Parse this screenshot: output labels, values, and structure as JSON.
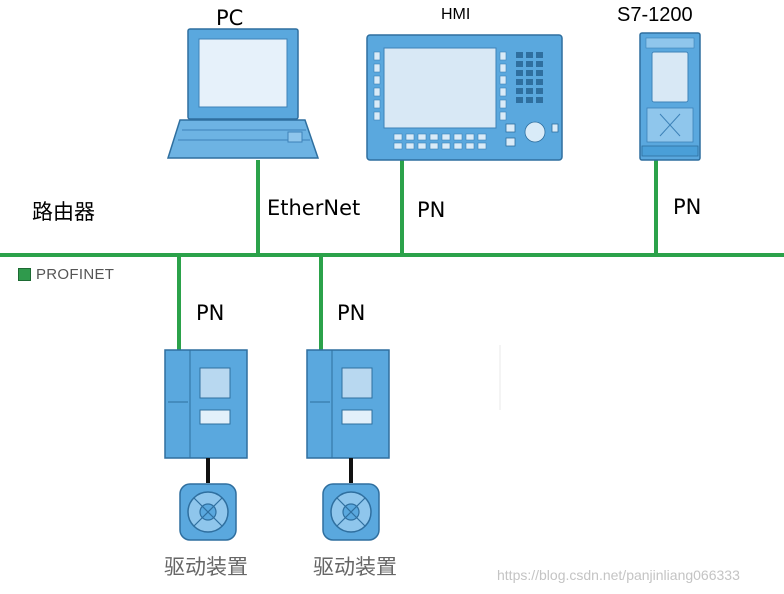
{
  "devices": {
    "pc": "PC",
    "hmi": "HMI",
    "s7": "S7-1200"
  },
  "network": {
    "router_label": "路由器",
    "ethernet_label": "EtherNet",
    "bus_name": "PROFINET",
    "pn_label": "PN",
    "line_color": "#2ba24a",
    "device_color": "#4a9fd8"
  },
  "drives": [
    {
      "label": "驱动装置"
    },
    {
      "label": "驱动装置"
    }
  ],
  "watermark": "https://blog.csdn.net/panjinliang066333"
}
